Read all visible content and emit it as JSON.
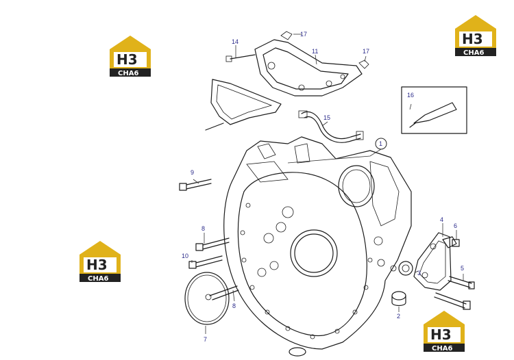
{
  "colors": {
    "callout": "#2a2a8a",
    "line": "#1a1a1a",
    "watermark_gold": "#e0b21a",
    "watermark_dark": "#222222"
  },
  "watermark": {
    "logo": "H3",
    "name": "CHA6"
  },
  "callouts": {
    "c1": "1",
    "c2": "2",
    "c3": "3",
    "c4": "4",
    "c5": "5",
    "c6": "6",
    "c7": "7",
    "c8a": "8",
    "c8b": "8",
    "c9": "9",
    "c10": "10",
    "c11": "11",
    "c14": "14",
    "c15": "15",
    "c16": "16",
    "c17a": "17",
    "c17b": "17"
  }
}
